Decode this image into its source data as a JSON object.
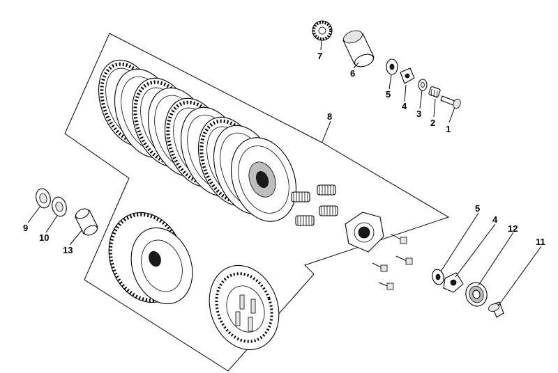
{
  "diagram": {
    "callouts": [
      {
        "id": "c1",
        "label": "1"
      },
      {
        "id": "c2",
        "label": "2"
      },
      {
        "id": "c3",
        "label": "3"
      },
      {
        "id": "c4a",
        "label": "4"
      },
      {
        "id": "c5a",
        "label": "5"
      },
      {
        "id": "c6",
        "label": "6"
      },
      {
        "id": "c7",
        "label": "7"
      },
      {
        "id": "c8",
        "label": "8"
      },
      {
        "id": "c9",
        "label": "9"
      },
      {
        "id": "c10",
        "label": "10"
      },
      {
        "id": "c13",
        "label": "13"
      },
      {
        "id": "c5b",
        "label": "5"
      },
      {
        "id": "c4b",
        "label": "4"
      },
      {
        "id": "c12",
        "label": "12"
      },
      {
        "id": "c11",
        "label": "11"
      }
    ],
    "colors": {
      "ink": "#000000",
      "paper": "#ffffff",
      "shade": "#bdbdbd"
    }
  }
}
